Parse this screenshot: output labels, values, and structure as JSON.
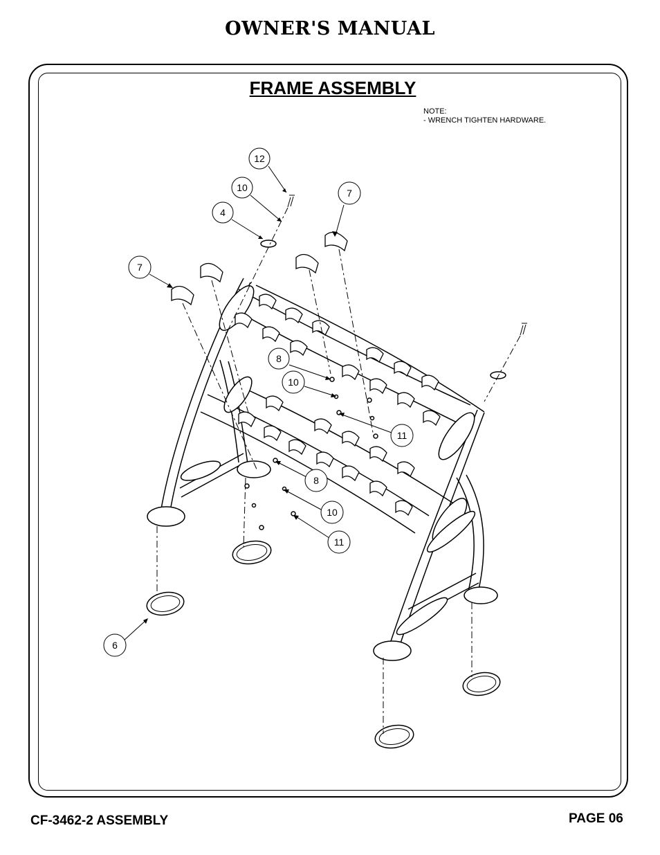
{
  "header": {
    "title": "OWNER'S MANUAL"
  },
  "section": {
    "title": "FRAME ASSEMBLY"
  },
  "note": {
    "heading": "NOTE:",
    "line1": "-  WRENCH TIGHTEN HARDWARE."
  },
  "callouts": [
    "12",
    "10",
    "4",
    "7",
    "7",
    "8",
    "10",
    "11",
    "8",
    "10",
    "11",
    "6"
  ],
  "footer": {
    "left": "CF-3462-2 ASSEMBLY",
    "right": "PAGE 06"
  }
}
